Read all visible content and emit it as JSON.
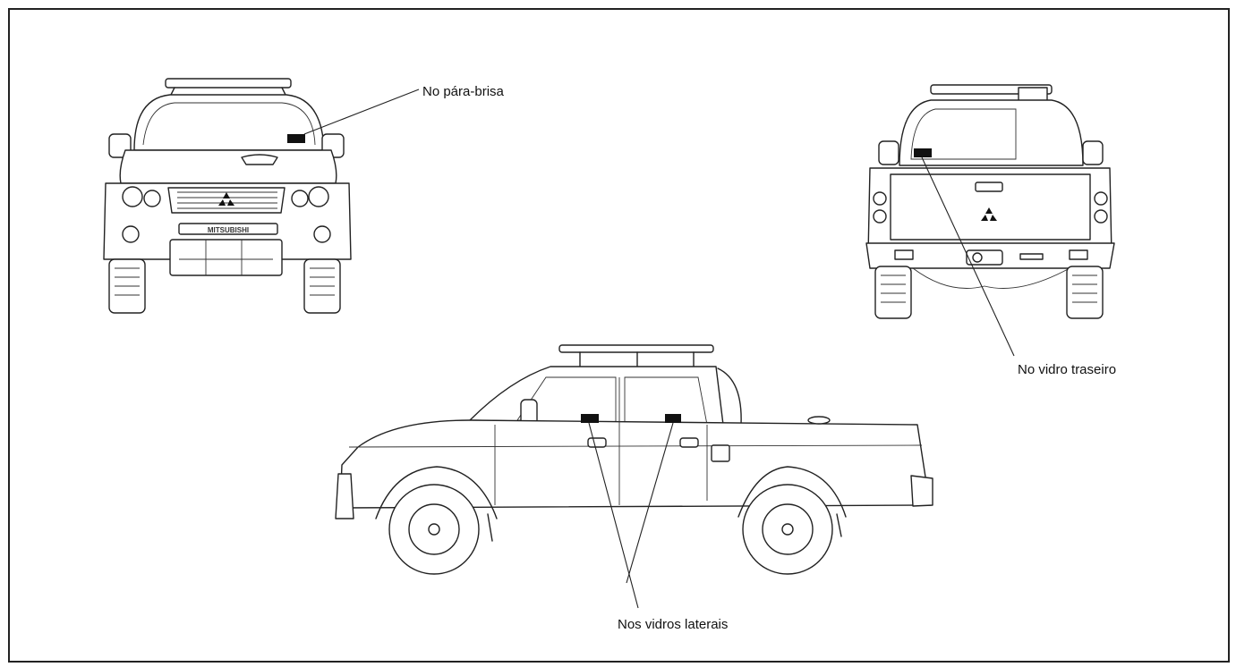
{
  "labels": {
    "windshield": "No pára-brisa",
    "rear_window": "No vidro traseiro",
    "side_windows": "Nos vidros laterais"
  },
  "vehicle": {
    "front_grille_text": "MITSUBISHI"
  },
  "colors": {
    "line": "#222222",
    "sticker": "#111111",
    "background": "#ffffff"
  }
}
